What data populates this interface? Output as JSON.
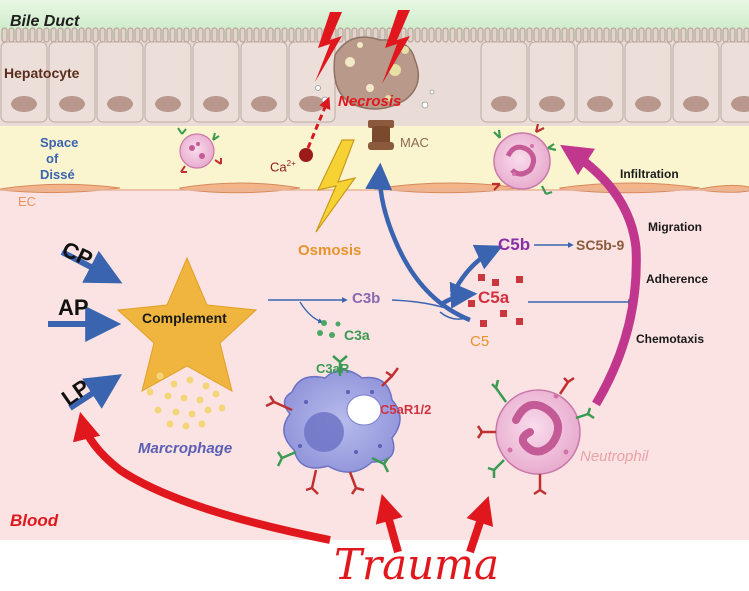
{
  "regions": {
    "bile_duct": "Bile Duct",
    "hepatocyte": "Hepatocyte",
    "space_of_disse": [
      "Space",
      "of",
      "Dissé"
    ],
    "ec": "EC",
    "blood": "Blood"
  },
  "pathways": {
    "cp": "CP",
    "ap": "AP",
    "lp": "LP"
  },
  "nodes": {
    "complement": "Complement",
    "c3b": "C3b",
    "c3a": "C3a",
    "c5": "C5",
    "c5a": "C5a",
    "c5b": "C5b",
    "sc5b9": "SC5b-9",
    "mac": "MAC",
    "necrosis": "Necrosis",
    "osmosis": "Osmosis",
    "ca_base": "Ca",
    "ca_sup": "2+"
  },
  "cells": {
    "macrophage": "Marcrophage",
    "c3ar": "C3aR",
    "c5ar": "C5aR1/2",
    "neutrophil": "Neutrophil"
  },
  "steps": {
    "infiltration": "Infiltration",
    "migration": "Migration",
    "adherence": "Adherence",
    "chemotaxis": "Chemotaxis"
  },
  "cause": "Trauma",
  "colors": {
    "bile_duct_bg": "#d7efd3",
    "hepatocyte_bg": "#e8ddd8",
    "disse_bg": "#fbf5cf",
    "blood_bg": "#fbe4e4",
    "pathway_arrow": "#3a64b0",
    "trauma_red": "#e0181e",
    "infiltration_arrow": "#c1378e",
    "complement_star": "#f0b53f",
    "c5b_purple": "#8a2fa8",
    "c5_orange": "#e8932a",
    "sc5b9_brown": "#8b5a3c",
    "c3a_green": "#3a9a52",
    "macrophage_blue": "#8a8fd8",
    "neutrophil_pink": "#e8a2c8"
  },
  "icons": [
    "lightning-bolt",
    "star",
    "macrophage-cell",
    "neutrophil-cell",
    "receptor",
    "mac-pore"
  ]
}
